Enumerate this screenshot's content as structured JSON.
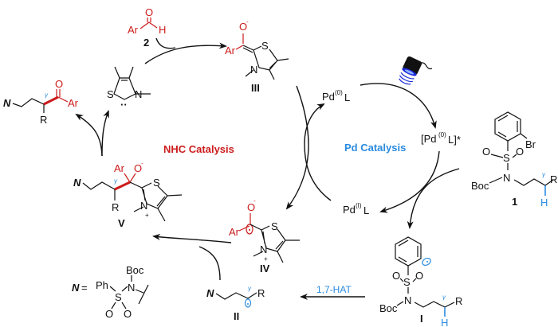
{
  "title": "Dual NHC / Pd photocatalytic cycle for gamma-C(sp3)-H acylation via 1,7-HAT",
  "cycles": {
    "nhc": {
      "label": "NHC Catalysis",
      "color": "#cc1b1b"
    },
    "pd": {
      "label": "Pd Catalysis",
      "color": "#2a8be0"
    }
  },
  "colors": {
    "red": "#cc1b1b",
    "blue": "#2a8be0",
    "black": "#111111",
    "light": "#1a2bd8"
  },
  "compounds": {
    "aldehyde": {
      "number": "2",
      "ar": "Ar",
      "o": "O",
      "h": "H"
    },
    "nhc_carbene": {
      "s": "S",
      "n": "N",
      "lone_pair": "··"
    },
    "breslow": {
      "id": "III",
      "ar": "Ar",
      "o": "O",
      "charge": "-",
      "s": "S",
      "n": "N"
    },
    "ketyl_radical": {
      "id": "IV",
      "ar": "Ar",
      "o": "O",
      "charge": "-",
      "s": "S",
      "n": "N",
      "plus": "+"
    },
    "adduct": {
      "id": "V",
      "n_group": "N",
      "gamma": "γ",
      "r": "R",
      "ar": "Ar",
      "o": "O",
      "charge": "-",
      "s": "S",
      "n": "N",
      "plus": "+"
    },
    "product": {
      "n_group": "N",
      "gamma": "γ",
      "r": "R",
      "o": "O",
      "ar": "Ar"
    },
    "substrate": {
      "number": "1",
      "br": "Br",
      "o1": "O",
      "o2": "O",
      "s": "S",
      "n": "N",
      "boc": "Boc",
      "gamma": "γ",
      "r": "R",
      "h": "H"
    },
    "aryl_radical": {
      "id": "I",
      "o1": "O",
      "o2": "O",
      "s": "S",
      "n": "N",
      "boc": "Boc",
      "gamma": "γ",
      "r": "R",
      "h": "H"
    },
    "alkyl_radical": {
      "id": "II",
      "n_group": "N",
      "gamma": "γ",
      "r": "R"
    },
    "n_definition": {
      "n_label": "N",
      "equals": "=",
      "ph": "Ph",
      "s": "S",
      "n": "N",
      "boc": "Boc",
      "o1": "O",
      "o2": "O"
    }
  },
  "pd_species": {
    "pd0": {
      "main": "Pd",
      "ox": "(0)",
      "ligand": "L"
    },
    "pd0_excited": {
      "open": "[Pd",
      "ox": "(0)",
      "ligand": "L]*"
    },
    "pd1": {
      "main": "Pd",
      "ox": "(I)",
      "ligand": "L"
    }
  },
  "arrows": {
    "hat_label": "1,7-HAT"
  },
  "icons": {
    "light_source": "blue-led-lamp-icon"
  }
}
